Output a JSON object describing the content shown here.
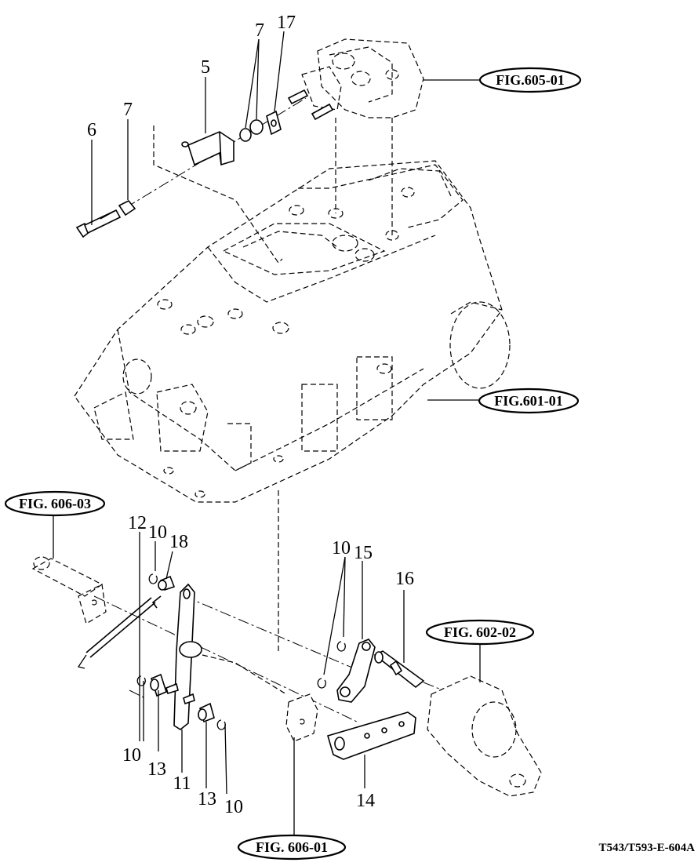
{
  "figure_refs": {
    "fig_605_01": "FIG.605-01",
    "fig_601_01": "FIG.601-01",
    "fig_606_03": "FIG. 606-03",
    "fig_602_02": "FIG. 602-02",
    "fig_606_01": "FIG. 606-01"
  },
  "drawing_code": "T543/T593-E-604A",
  "callouts": {
    "c5": "5",
    "c6": "6",
    "c7a": "7",
    "c7b": "7",
    "c17": "17",
    "c12": "12",
    "c10a": "10",
    "c18": "18",
    "c10b": "10",
    "c15": "15",
    "c16": "16",
    "c10c": "10",
    "c13a": "13",
    "c11": "11",
    "c13b": "13",
    "c10d": "10",
    "c14": "14"
  }
}
